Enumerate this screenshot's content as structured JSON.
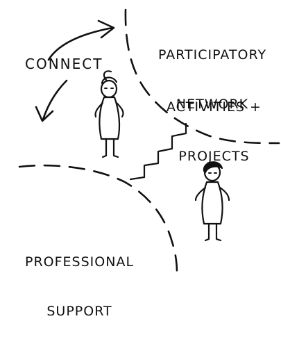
{
  "colors": {
    "ink": "#111111",
    "background": "#ffffff"
  },
  "labels": {
    "participatory_network": [
      "PARTICIPATORY",
      "NETWORK"
    ],
    "activities_projects": [
      "ACTIVITIES +",
      "PROJECTS"
    ],
    "connect": "CONNECT",
    "professional_support": [
      "PROFESSIONAL",
      "SUPPORT"
    ]
  },
  "figures": [
    {
      "name": "figure-ponytail",
      "icon": "person-with-ponytail"
    },
    {
      "name": "figure-short-hair",
      "icon": "person-with-short-hair"
    }
  ],
  "arrows": [
    "curved-arrow-up-right",
    "curved-arrow-down-left"
  ]
}
